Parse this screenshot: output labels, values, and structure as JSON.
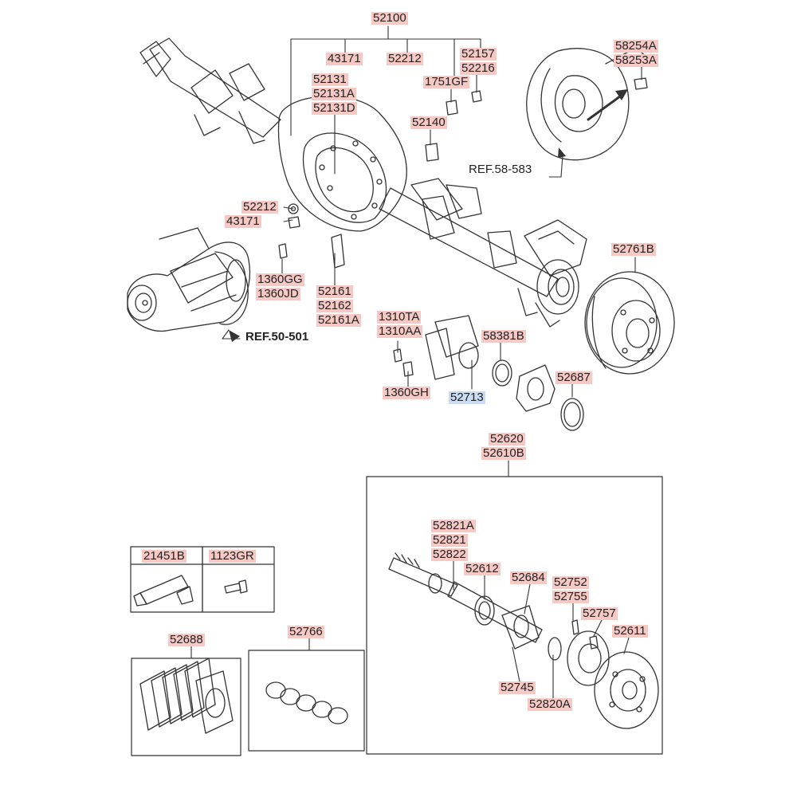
{
  "labels": {
    "assembly": "52100",
    "l43171_top": "43171",
    "l52212_top": "52212",
    "l52157": "52157",
    "l52216": "52216",
    "l1751GF": "1751GF",
    "l52131": "52131",
    "l52131A": "52131A",
    "l52131D": "52131D",
    "l52140": "52140",
    "l58254A": "58254A",
    "l58253A": "58253A",
    "ref58": "REF.58-583",
    "l52212_mid": "52212",
    "l43171_mid": "43171",
    "l1360GG": "1360GG",
    "l1360JD": "1360JD",
    "l52161": "52161",
    "l52162": "52162",
    "l52161A": "52161A",
    "ref50": "REF.50-501",
    "l1310TA": "1310TA",
    "l1310AA": "1310AA",
    "l1360GH": "1360GH",
    "l58381B": "58381B",
    "l52713": "52713",
    "l52687": "52687",
    "l52761B": "52761B",
    "l52620": "52620",
    "l52610B": "52610B",
    "l21451B": "21451B",
    "l1123GR": "1123GR",
    "l52688": "52688",
    "l52766": "52766",
    "l52821A": "52821A",
    "l52821": "52821",
    "l52822": "52822",
    "l52612": "52612",
    "l52684": "52684",
    "l52752": "52752",
    "l52755": "52755",
    "l52757": "52757",
    "l52611": "52611",
    "l52745": "52745",
    "l52820A": "52820A"
  },
  "selected_part": "52713",
  "colors": {
    "label_bg": "#f6c9c4",
    "selected_bg": "#c9dcf4",
    "line": "#333333"
  }
}
